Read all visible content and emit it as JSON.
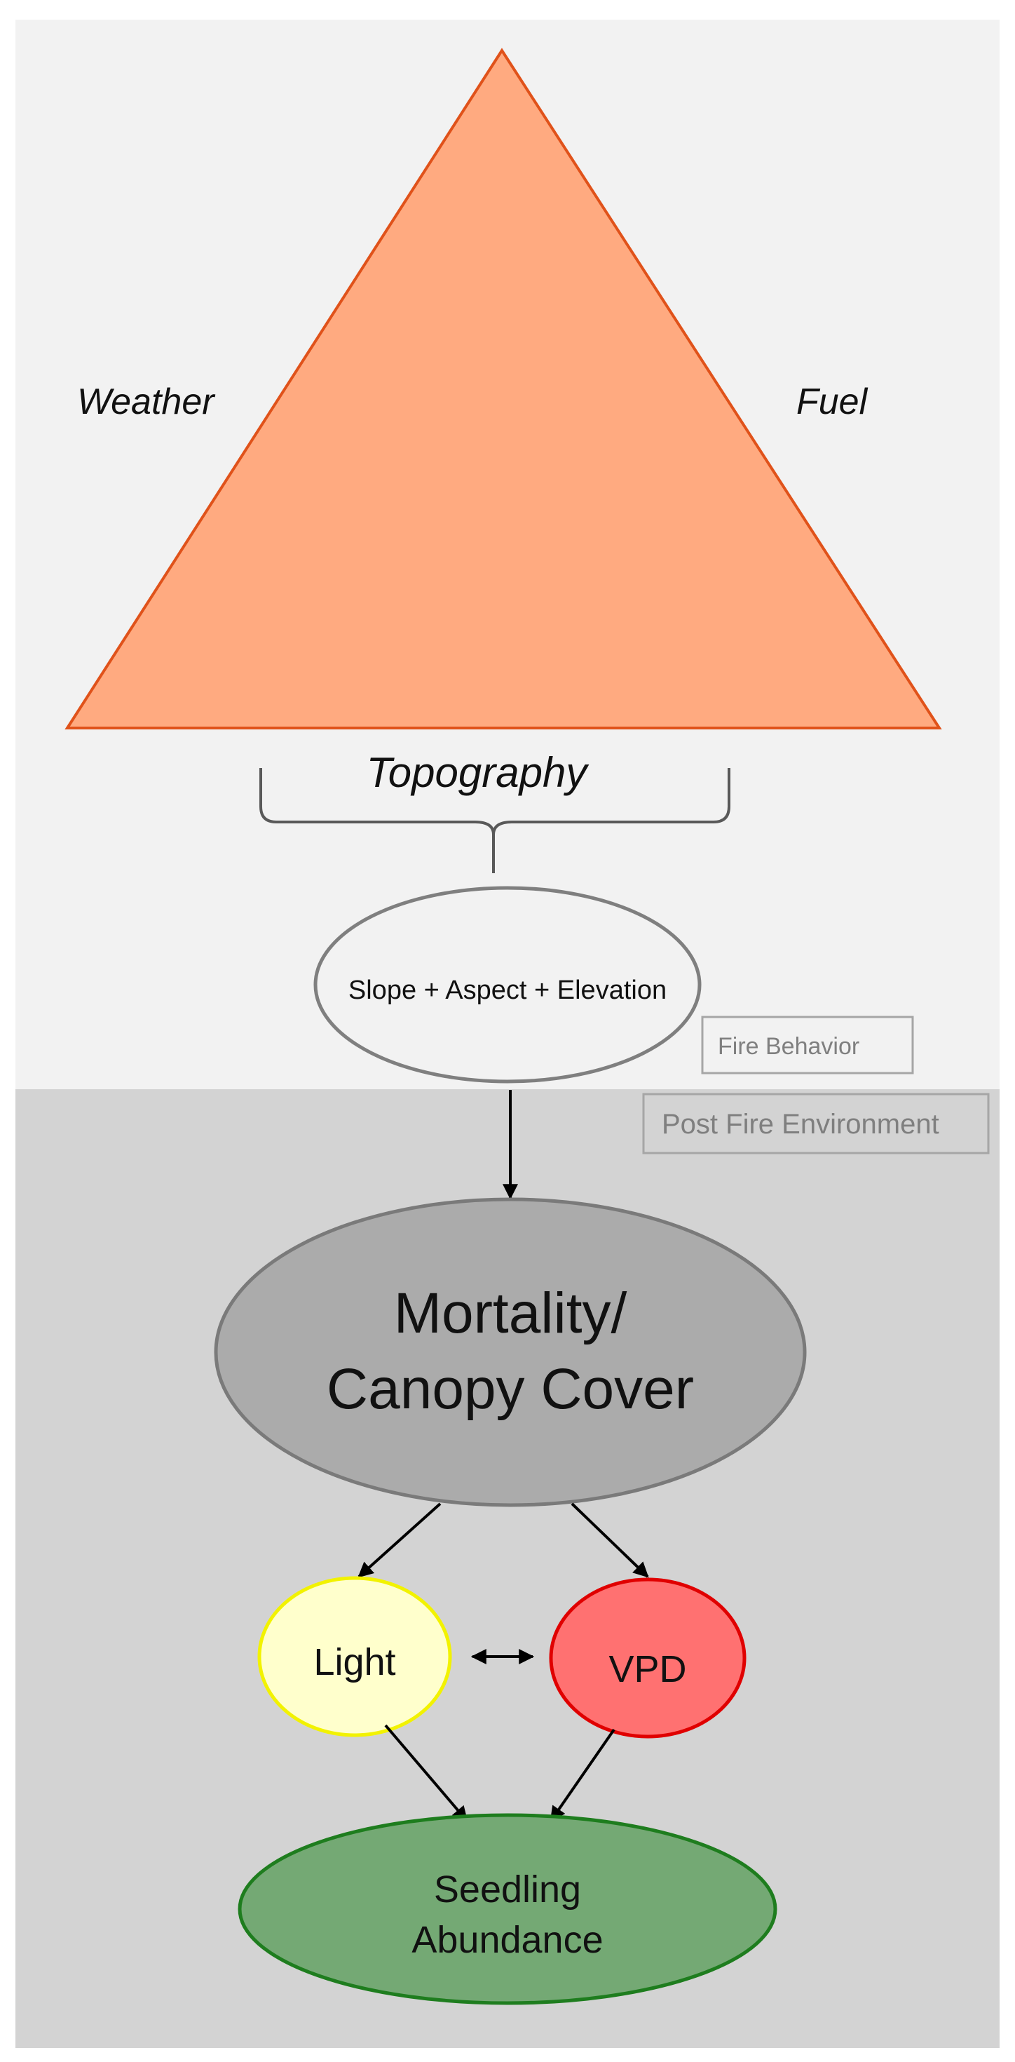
{
  "fire_triangle": {
    "left_label": "Weather",
    "right_label": "Fuel",
    "bottom_label": "Topography",
    "fill_color": "#FFAA80",
    "stroke_color": "#E0521A"
  },
  "nodes": {
    "terrain": {
      "label": "Slope + Aspect + Elevation",
      "fill": "#F2F2F2",
      "stroke": "#7F7F7F"
    },
    "mortality": {
      "line1": "Mortality/",
      "line2": "Canopy Cover",
      "fill": "#ABABAB",
      "stroke": "#7A7A7A"
    },
    "light": {
      "label": "Light",
      "fill": "#FFFFCC",
      "stroke": "#F2F200"
    },
    "vpd": {
      "label": "VPD",
      "fill": "#FF7171",
      "stroke": "#E00000"
    },
    "seedling": {
      "line1": "Seedling",
      "line2": "Abundance",
      "fill": "#74A974",
      "stroke": "#1E7D1E"
    }
  },
  "section_labels": {
    "fire_behavior": "Fire Behavior",
    "post_fire": "Post Fire Environment"
  },
  "colors": {
    "top_panel": "#F2F2F2",
    "bottom_panel": "#D3D3D3",
    "arrow": "#000000"
  }
}
